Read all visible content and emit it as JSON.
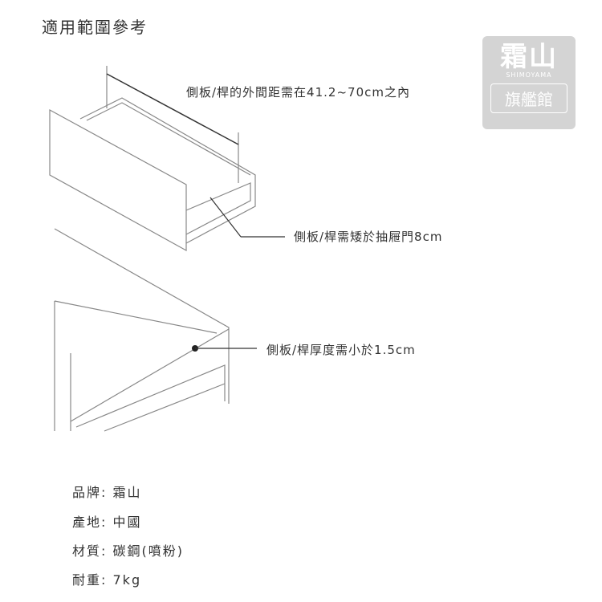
{
  "title": "適用範圍參考",
  "logo": {
    "name": "霜山",
    "en": "SHIMOYAMA",
    "sub": "旗艦館"
  },
  "annotations": [
    "側板/桿的外間距需在41.2~70cm之內",
    "側板/桿需矮於抽屜門8cm",
    "側板/桿厚度需小於1.5cm"
  ],
  "specs": [
    {
      "label": "品牌:",
      "value": "霜山"
    },
    {
      "label": "產地:",
      "value": "中國"
    },
    {
      "label": "材質:",
      "value": "碳鋼(噴粉)"
    },
    {
      "label": "耐重:",
      "value": "7kg"
    }
  ]
}
